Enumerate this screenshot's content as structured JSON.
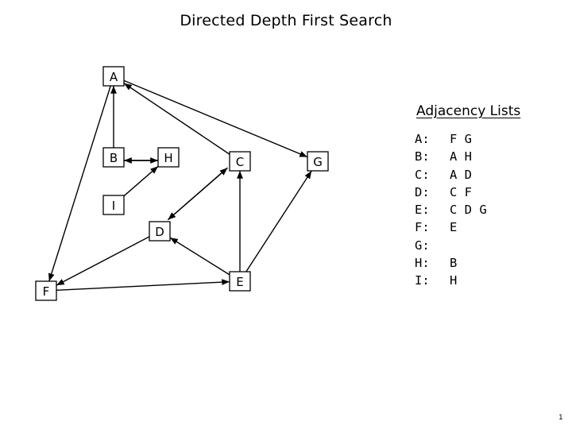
{
  "title": "Directed Depth First Search",
  "adjacency": {
    "heading": "Adjacency Lists",
    "rows": [
      {
        "key": "A:",
        "neighbors": "F G"
      },
      {
        "key": "B:",
        "neighbors": "A H"
      },
      {
        "key": "C:",
        "neighbors": "A D"
      },
      {
        "key": "D:",
        "neighbors": "C F"
      },
      {
        "key": "E:",
        "neighbors": "C D G"
      },
      {
        "key": "F:",
        "neighbors": "E"
      },
      {
        "key": "G:",
        "neighbors": ""
      },
      {
        "key": "H:",
        "neighbors": "B"
      },
      {
        "key": "I:",
        "neighbors": "H"
      }
    ]
  },
  "graph": {
    "nodes": [
      {
        "id": "A",
        "label": "A"
      },
      {
        "id": "B",
        "label": "B"
      },
      {
        "id": "H",
        "label": "H"
      },
      {
        "id": "C",
        "label": "C"
      },
      {
        "id": "G",
        "label": "G"
      },
      {
        "id": "I",
        "label": "I"
      },
      {
        "id": "D",
        "label": "D"
      },
      {
        "id": "F",
        "label": "F"
      },
      {
        "id": "E",
        "label": "E"
      }
    ]
  },
  "page_number": "1"
}
